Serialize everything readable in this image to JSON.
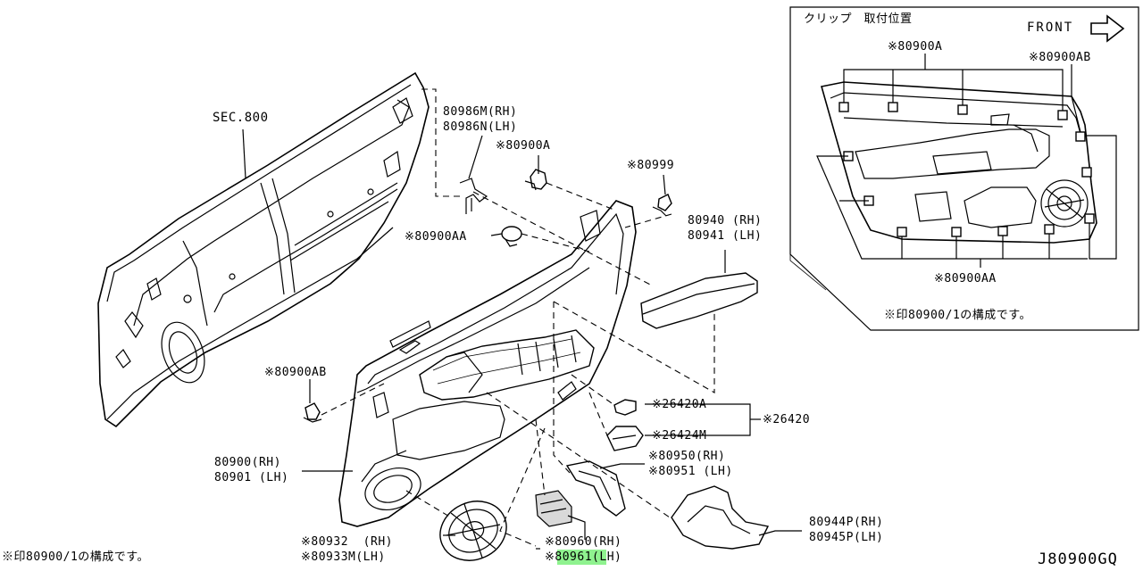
{
  "diagram": {
    "code": "J80900GQ",
    "inset": {
      "title": "クリップ　取付位置",
      "front": "FRONT",
      "labels": {
        "top": "※80900A",
        "right": "※80900AB",
        "bottom": "※80900AA",
        "note": "※印80900/1の構成です。"
      }
    },
    "labels": {
      "sec800": "SEC.800",
      "p80986m": "80986M(RH)",
      "p80986n": "80986N(LH)",
      "p80900a": "※80900A",
      "p80999": "※80999",
      "p80900aa": "※80900AA",
      "p80940": "80940 (RH)",
      "p80941": "80941 (LH)",
      "p80900ab": "※80900AB",
      "p26420a": "※26420A",
      "p26424m": "※26424M",
      "p26420": "※26420",
      "p80900": "80900(RH)",
      "p80901": "80901 (LH)",
      "p80950": "※80950(RH)",
      "p80951": "※80951 (LH)",
      "p80944p": "80944P(RH)",
      "p80945p": "80945P(LH)",
      "p80932": "※80932  (RH)",
      "p80933m": "※80933M(LH)",
      "p80960": "※80960(RH)",
      "p80961_mark": "※",
      "p80961_num": "80961",
      "p80961_side": "(LH)",
      "note": "※印80900/1の構成です。"
    }
  }
}
